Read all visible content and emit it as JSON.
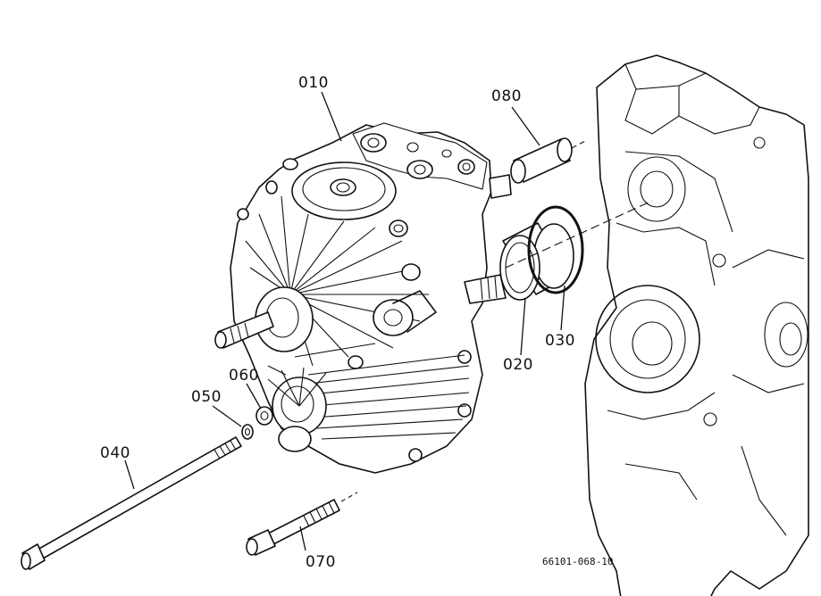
{
  "labels": {
    "p010": "010",
    "p020": "020",
    "p030": "030",
    "p040": "040",
    "p050": "050",
    "p060": "060",
    "p070": "070",
    "p080": "080"
  },
  "drawing_code": "66101-068-10"
}
